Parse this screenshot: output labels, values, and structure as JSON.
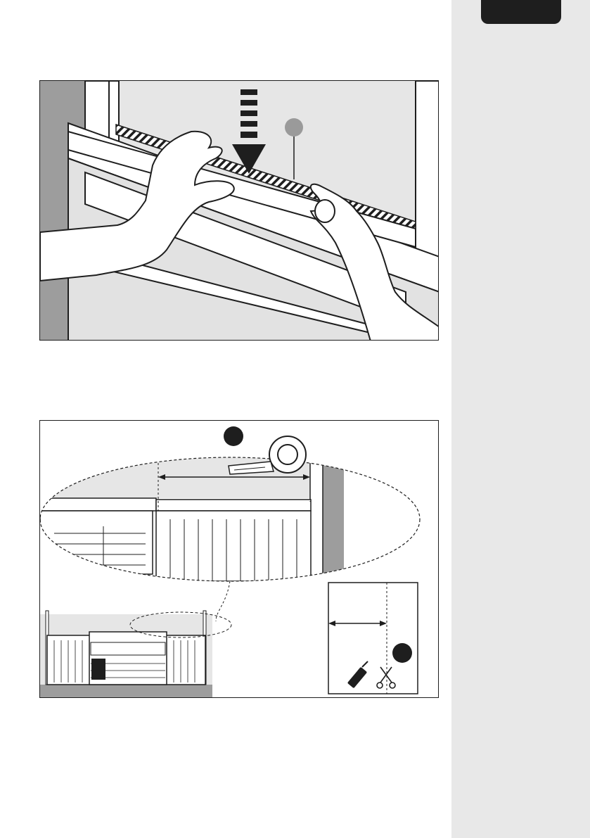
{
  "page": {
    "language_tab": "",
    "accent_color": "#1e1e1e",
    "panel_color": "#e8e8e8"
  },
  "figures": [
    {
      "id": "figure-top",
      "callouts": [
        {
          "label": "",
          "fill": "#9a9a9a",
          "icon": "callout-circle-grey"
        }
      ],
      "icons": [
        "down-arrow-icon",
        "hand-icon",
        "seal-strip-icon"
      ]
    },
    {
      "id": "figure-bottom",
      "callouts": [
        {
          "label": "",
          "fill": "#1e1e1e",
          "icon": "callout-circle-black"
        },
        {
          "label": "",
          "fill": "#1e1e1e",
          "icon": "callout-circle-black"
        }
      ],
      "icons": [
        "tape-measure-icon",
        "cutter-knife-icon",
        "scissors-icon",
        "air-conditioner-icon",
        "dimension-arrow-icon"
      ]
    }
  ]
}
